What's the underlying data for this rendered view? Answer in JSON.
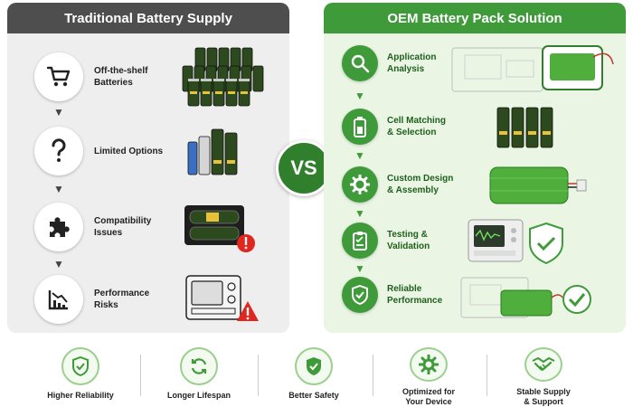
{
  "left": {
    "title": "Traditional Battery Supply",
    "items": [
      {
        "label": "Off-the-shelf\nBatteries",
        "icon": "cart-icon"
      },
      {
        "label": "Limited Options",
        "icon": "question-icon"
      },
      {
        "label": "Compatibility\nIssues",
        "icon": "puzzle-icon"
      },
      {
        "label": "Performance\nRisks",
        "icon": "declining-chart-icon"
      }
    ]
  },
  "vs_label": "VS",
  "right": {
    "title": "OEM Battery Pack Solution",
    "items": [
      {
        "label": "Application\nAnalysis",
        "icon": "magnifier-icon"
      },
      {
        "label": "Cell Matching\n& Selection",
        "icon": "battery-icon"
      },
      {
        "label": "Custom Design\n& Assembly",
        "icon": "gear-icon"
      },
      {
        "label": "Testing &\nValidation",
        "icon": "clipboard-icon"
      },
      {
        "label": "Reliable\nPerformance",
        "icon": "shield-check-icon"
      }
    ]
  },
  "benefits": [
    {
      "label": "Higher Reliability",
      "icon": "shield-check-icon"
    },
    {
      "label": "Longer Lifespan",
      "icon": "refresh-icon"
    },
    {
      "label": "Better Safety",
      "icon": "shield-check-icon"
    },
    {
      "label": "Optimized for\nYour Device",
      "icon": "gear-icon"
    },
    {
      "label": "Stable Supply\n& Support",
      "icon": "handshake-icon"
    }
  ],
  "colors": {
    "green": "#3f9a3a",
    "dark_green": "#2f7f2d",
    "gray_header": "#4e4e4e",
    "warning_red": "#e0261f"
  }
}
